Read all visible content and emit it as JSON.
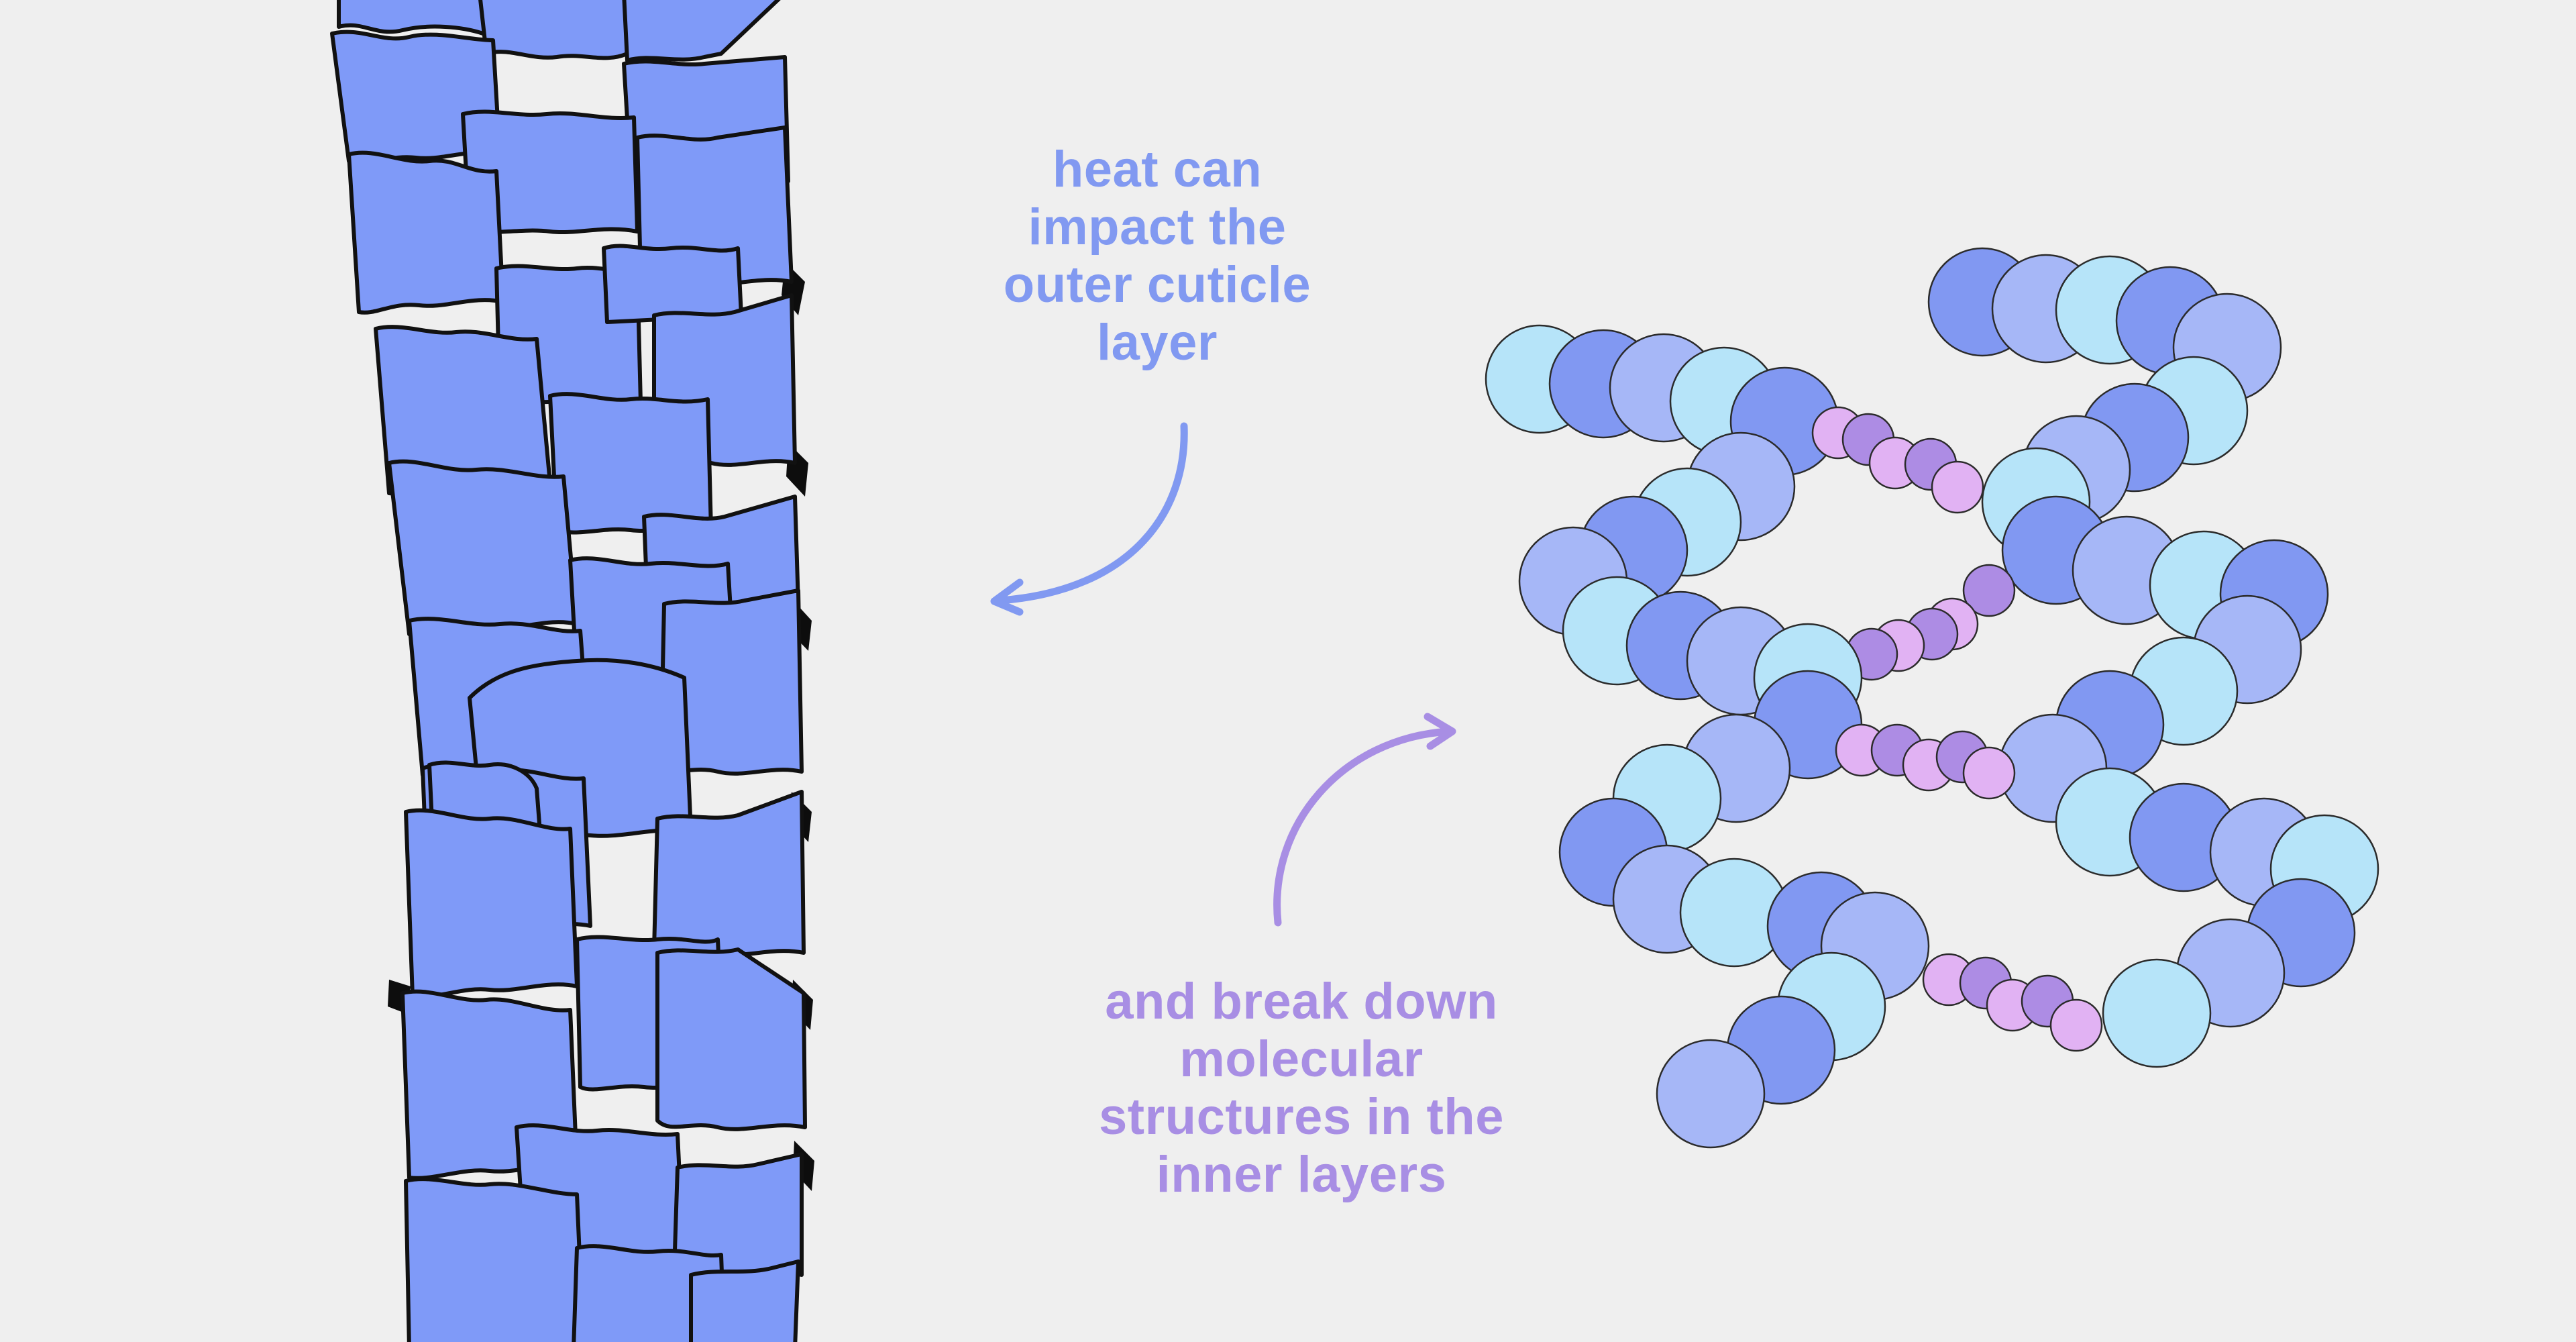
{
  "captions": {
    "heat": {
      "lines": [
        "heat can",
        "impact the",
        "outer cuticle",
        "layer"
      ],
      "color": "#8199f1"
    },
    "break": {
      "lines": [
        "and break down",
        "molecular",
        "structures in the",
        "inner layers"
      ],
      "color": "#a88ee4"
    }
  },
  "colors": {
    "background": "#efefef",
    "cuticle_fill": "#7f9af8",
    "outline": "#111111",
    "sphere_light_cyan": "#b6e4f9",
    "sphere_periwinkle": "#a6b7f7",
    "sphere_blue": "#8198f2",
    "bead_pink": "#e1b2f3",
    "bead_purple": "#ad8ce4",
    "arrow_heat": "#8199f1",
    "arrow_break": "#a88ee4"
  },
  "icons": {
    "hair_strand": "hair-cuticle-illustration",
    "molecule": "molecular-helix-illustration",
    "arrow_to_hair": "curved-arrow-icon",
    "arrow_to_molecule": "curved-arrow-icon"
  }
}
